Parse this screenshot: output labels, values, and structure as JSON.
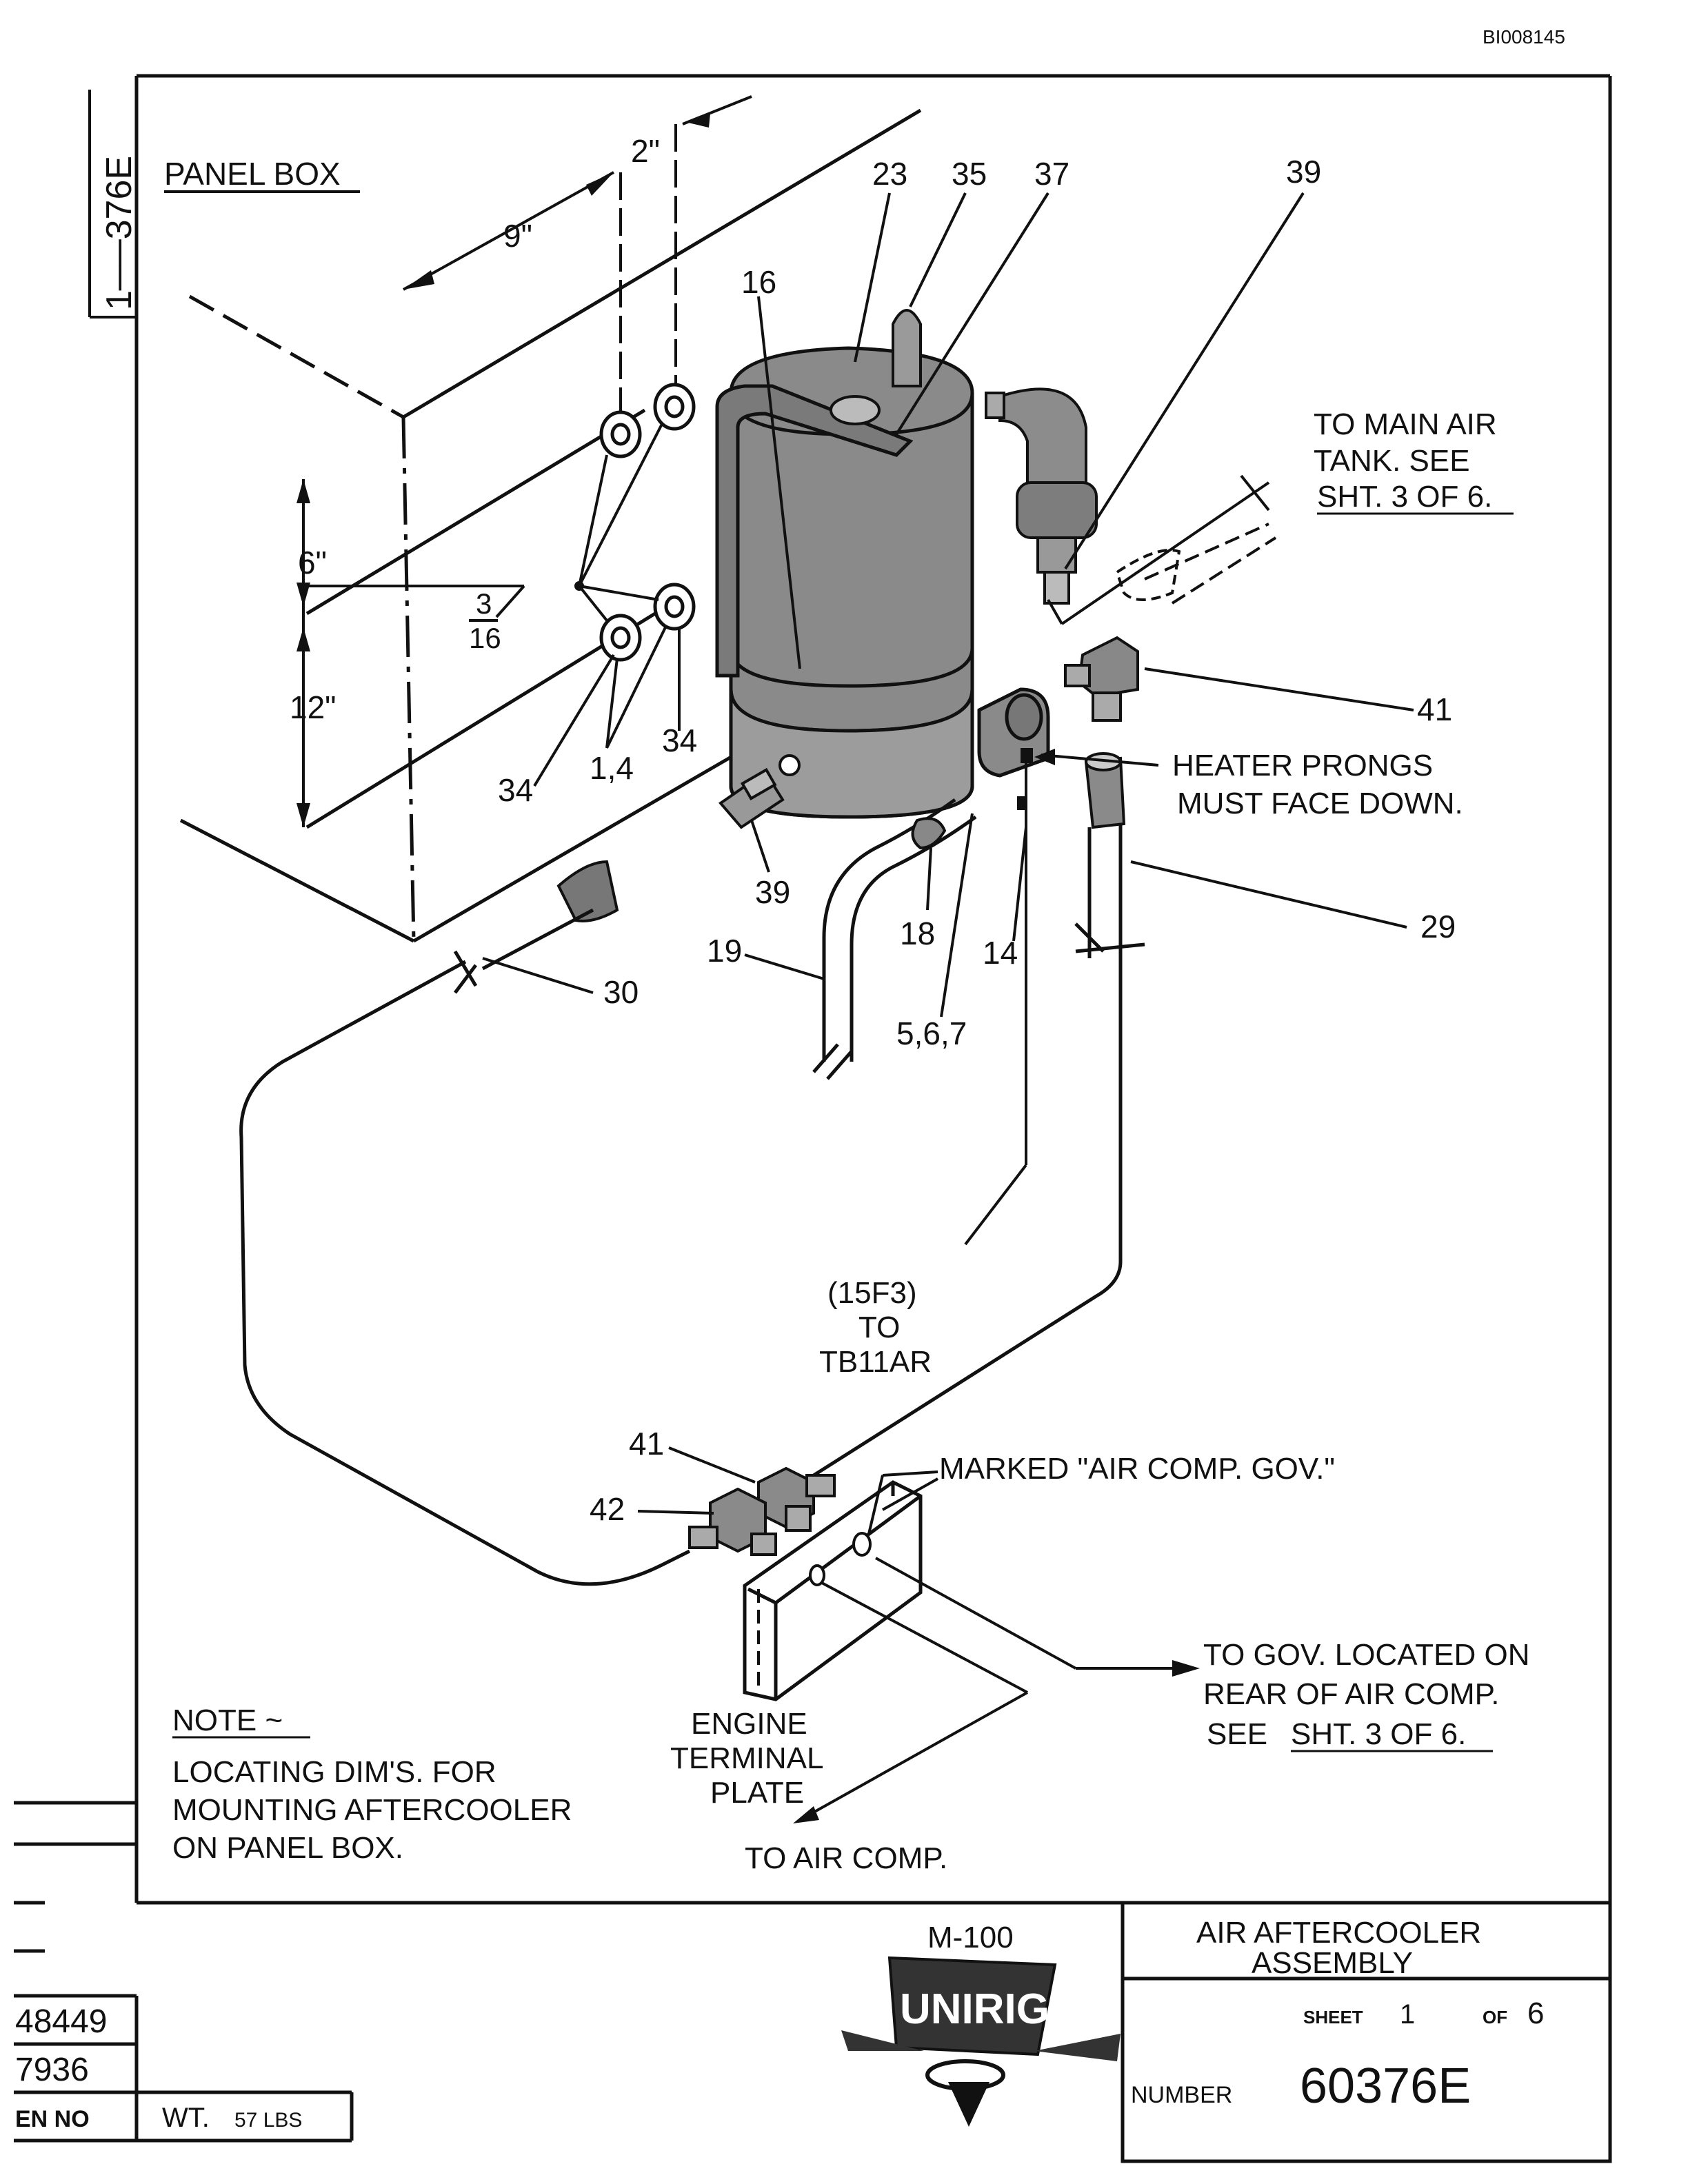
{
  "doc_id": "BI008145",
  "side_number": "1──376E",
  "panel_box_label": "PANEL BOX",
  "dimensions": {
    "d9": "9\"",
    "d2": "2\"",
    "d6": "6\"",
    "d12": "12\"",
    "frac_num": "3",
    "frac_den": "16"
  },
  "callouts": {
    "c23": "23",
    "c35": "35",
    "c37": "37",
    "c39_top": "39",
    "c16": "16",
    "c34_left": "34",
    "c14_left": "1,4",
    "c34_right": "34",
    "c39_bottom": "39",
    "c41_top": "41",
    "c29": "29",
    "c18": "18",
    "c14": "14",
    "c19": "19",
    "c567": "5,6,7",
    "c30": "30",
    "c41_bottom": "41",
    "c42": "42"
  },
  "notes": {
    "main_air_1": "TO MAIN AIR",
    "main_air_2": "TANK. SEE",
    "main_air_3": "SHT. 3 OF 6.",
    "heater_1": "HEATER PRONGS",
    "heater_2": "MUST FACE DOWN.",
    "tb_1": "(15F3)",
    "tb_2": "TO",
    "tb_3": "TB11AR",
    "marked": "MARKED \"AIR COMP. GOV.\"",
    "gov_1": "TO GOV. LOCATED ON",
    "gov_2": "REAR OF AIR COMP.",
    "gov_3_pre": "SEE",
    "gov_3_link": "SHT. 3 OF 6.",
    "plate_1": "ENGINE",
    "plate_2": "TERMINAL",
    "plate_3": "PLATE",
    "to_air_comp": "TO AIR COMP.",
    "note_title": "NOTE ~",
    "note_1": "LOCATING DIM'S. FOR",
    "note_2": "MOUNTING AFTERCOOLER",
    "note_3": "ON PANEL BOX."
  },
  "logo": {
    "model": "M-100",
    "brand": "UNIRIG"
  },
  "title_block": {
    "title_1": "AIR AFTERCOOLER",
    "title_2": "ASSEMBLY",
    "sheet_label": "SHEET",
    "sheet_no": "1",
    "of_label": "OF",
    "sheet_total": "6",
    "number_label": "NUMBER",
    "number": "60376E"
  },
  "left_block": {
    "row1": "48449",
    "row2": "7936",
    "row3": "EN NO",
    "wt_label": "WT.",
    "wt_value": "57 LBS"
  }
}
